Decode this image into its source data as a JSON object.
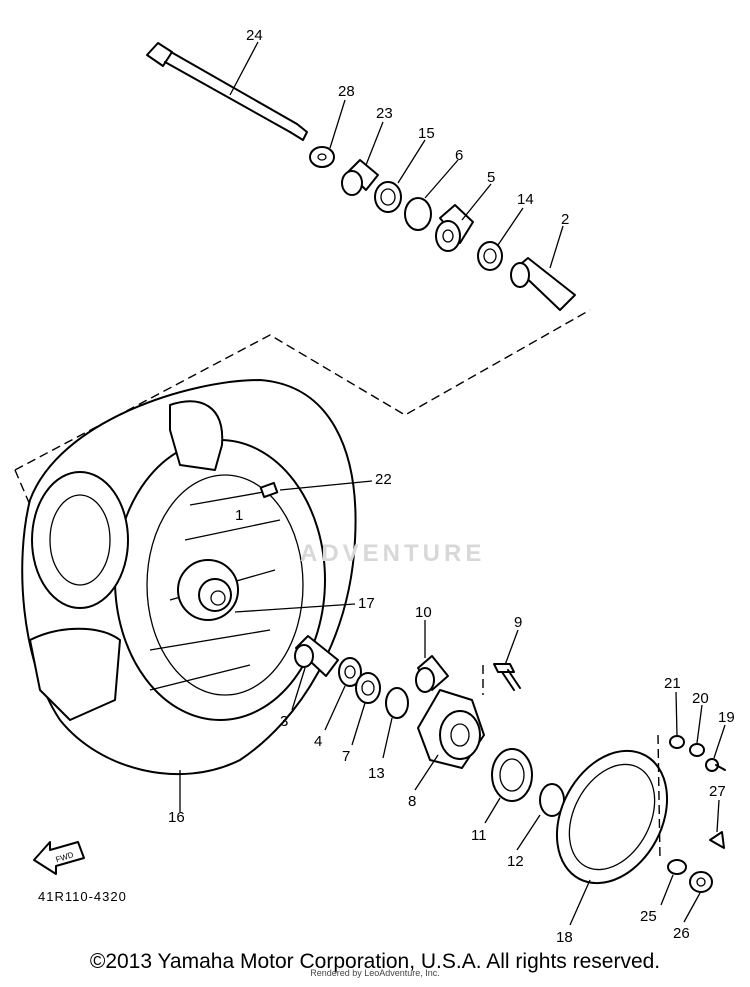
{
  "diagram": {
    "part_code": "41R110-4320",
    "fwd_label": "FWD",
    "watermark": "ADVENTURE",
    "callouts": [
      "24",
      "28",
      "23",
      "15",
      "6",
      "5",
      "14",
      "2",
      "22",
      "1",
      "17",
      "10",
      "9",
      "3",
      "4",
      "7",
      "13",
      "16",
      "8",
      "11",
      "12",
      "21",
      "20",
      "19",
      "27",
      "18",
      "25",
      "26"
    ]
  },
  "footer": {
    "copyright": "©2013 Yamaha Motor Corporation, U.S.A. All rights reserved.",
    "credit": "Rendered by LeoAdventure, Inc."
  }
}
